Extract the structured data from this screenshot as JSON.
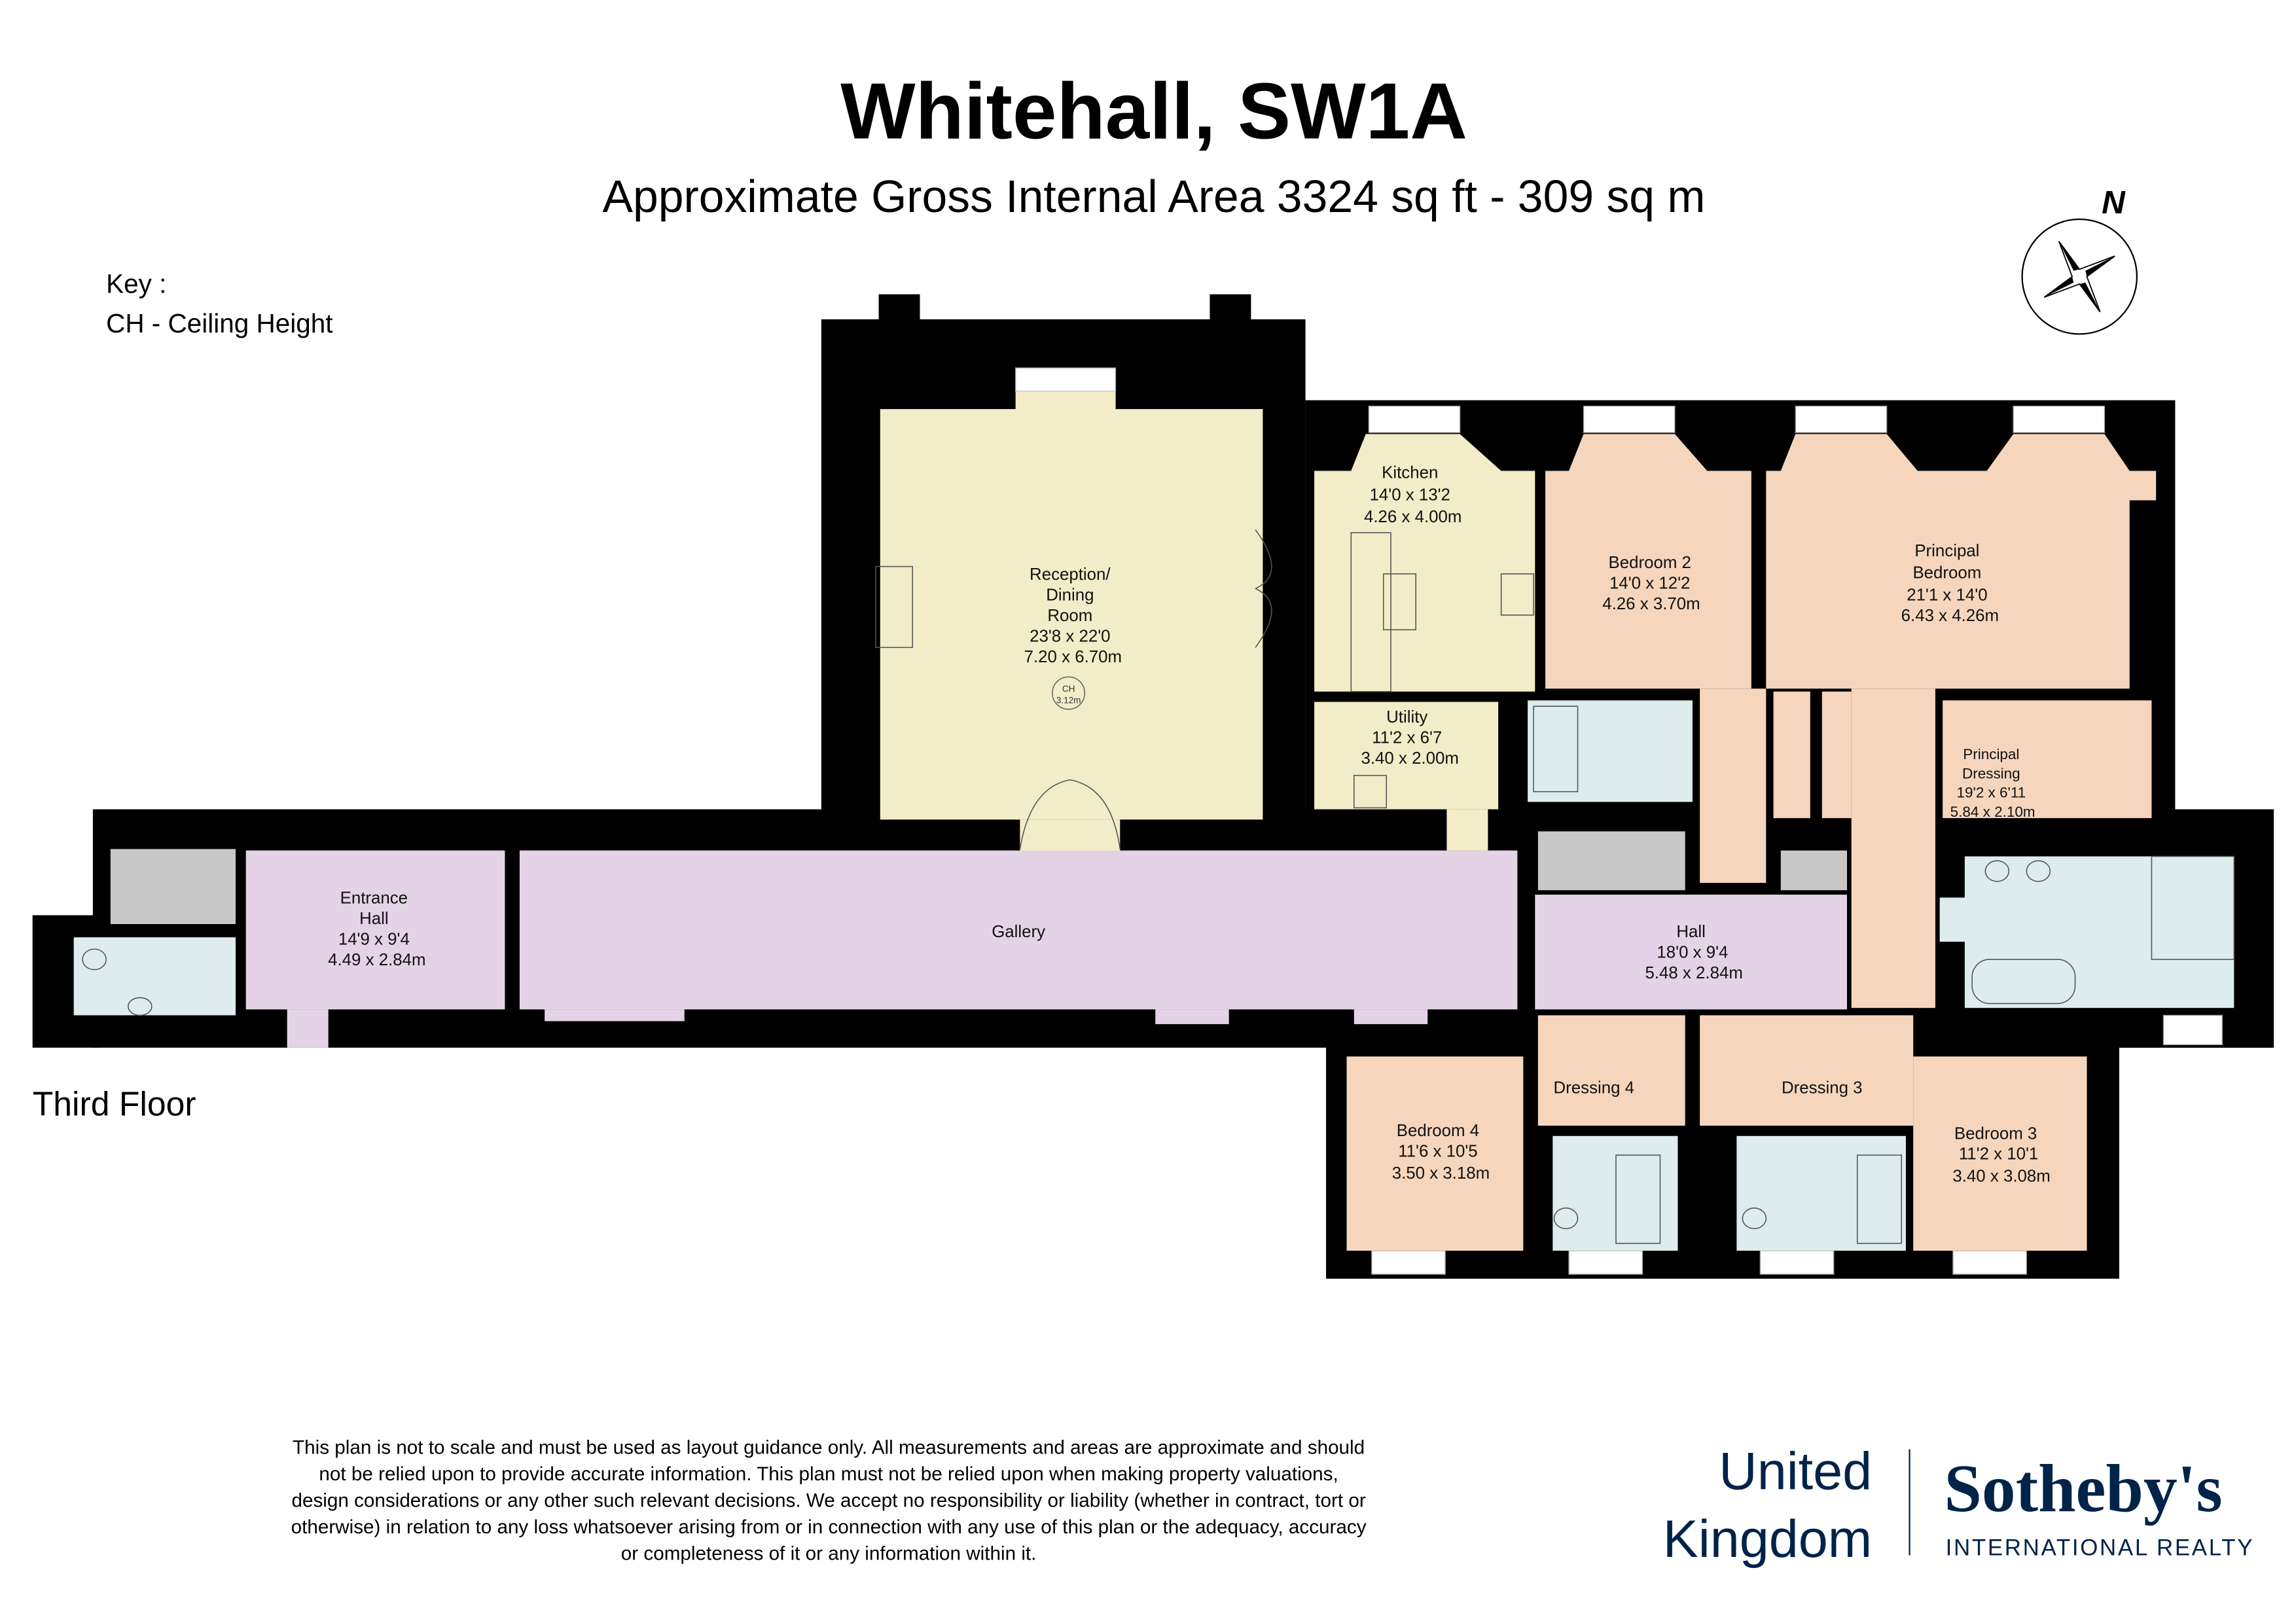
{
  "header": {
    "title": "Whitehall, SW1A",
    "subtitle": "Approximate Gross Internal Area 3324 sq ft - 309 sq m"
  },
  "key": {
    "heading": "Key :",
    "items": [
      "CH - Ceiling Height"
    ]
  },
  "compass": {
    "label": "N"
  },
  "floor_label": "Third Floor",
  "ceiling_marker": {
    "label": "CH",
    "value": "3.12m"
  },
  "colors": {
    "reception": "#f2ecc8",
    "bedroom": "#f5d6bd",
    "circulation": "#e4d3e6",
    "bathroom": "#deeced",
    "storage": "#c8c8c8",
    "wall": "#000000",
    "brand": "#002349"
  },
  "rooms": [
    {
      "name": [
        "Reception/",
        "Dining",
        "Room"
      ],
      "imperial": "23'8 x 22'0",
      "metric": "7.20 x 6.70m"
    },
    {
      "name": [
        "Kitchen"
      ],
      "imperial": "14'0 x 13'2",
      "metric": "4.26 x 4.00m"
    },
    {
      "name": [
        "Utility"
      ],
      "imperial": "11'2 x 6'7",
      "metric": "3.40 x 2.00m"
    },
    {
      "name": [
        "Bedroom 2"
      ],
      "imperial": "14'0 x 12'2",
      "metric": "4.26 x 3.70m"
    },
    {
      "name": [
        "Principal",
        "Bedroom"
      ],
      "imperial": "21'1 x 14'0",
      "metric": "6.43 x 4.26m"
    },
    {
      "name": [
        "Principal",
        "Dressing"
      ],
      "imperial": "19'2 x 6'11",
      "metric": "5.84 x 2.10m"
    },
    {
      "name": [
        "Entrance",
        "Hall"
      ],
      "imperial": "14'9 x 9'4",
      "metric": "4.49 x 2.84m"
    },
    {
      "name": [
        "Gallery"
      ]
    },
    {
      "name": [
        "Hall"
      ],
      "imperial": "18'0 x 9'4",
      "metric": "5.48 x 2.84m"
    },
    {
      "name": [
        "Dressing 4"
      ]
    },
    {
      "name": [
        "Dressing 3"
      ]
    },
    {
      "name": [
        "Bedroom 4"
      ],
      "imperial": "11'6 x 10'5",
      "metric": "3.50 x 3.18m"
    },
    {
      "name": [
        "Bedroom 3"
      ],
      "imperial": "11'2 x 10'1",
      "metric": "3.40 x 3.08m"
    }
  ],
  "disclaimer": [
    "This plan is not to scale and must be used as layout guidance only. All measurements and areas are approximate and should",
    "not be relied upon to provide accurate information. This plan must not be relied upon when making property valuations,",
    "design considerations or any other such relevant decisions. We accept no responsibility or liability (whether in contract, tort or",
    "otherwise) in relation to any loss whatsoever arising from or in connection with any use of this plan or the adequacy, accuracy",
    "or completeness of it or any information within it."
  ],
  "logo": {
    "region_line1": "United",
    "region_line2": "Kingdom",
    "brand": "Sotheby's",
    "tagline": "INTERNATIONAL REALTY"
  }
}
